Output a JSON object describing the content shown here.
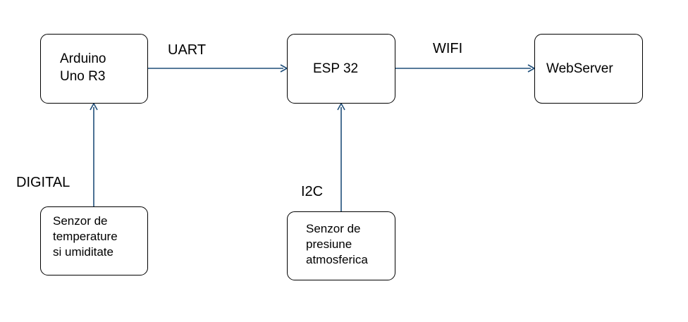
{
  "nodes": {
    "arduino": {
      "label": "Arduino\nUno R3"
    },
    "esp32": {
      "label": "ESP 32"
    },
    "webserver": {
      "label": "WebServer"
    },
    "temp_sensor": {
      "label": "Senzor de\ntemperature\nsi umiditate"
    },
    "pressure_sensor": {
      "label": "Senzor de\npresiune\natmosferica"
    }
  },
  "edges": {
    "uart": {
      "from": "arduino",
      "to": "esp32",
      "label": "UART"
    },
    "wifi": {
      "from": "esp32",
      "to": "webserver",
      "label": "WIFI"
    },
    "digital": {
      "from": "temp_sensor",
      "to": "arduino",
      "label": "DIGITAL"
    },
    "i2c": {
      "from": "pressure_sensor",
      "to": "esp32",
      "label": "I2C"
    }
  },
  "colors": {
    "connector": "#1f4e79",
    "box_border": "#000000",
    "text": "#000000"
  }
}
